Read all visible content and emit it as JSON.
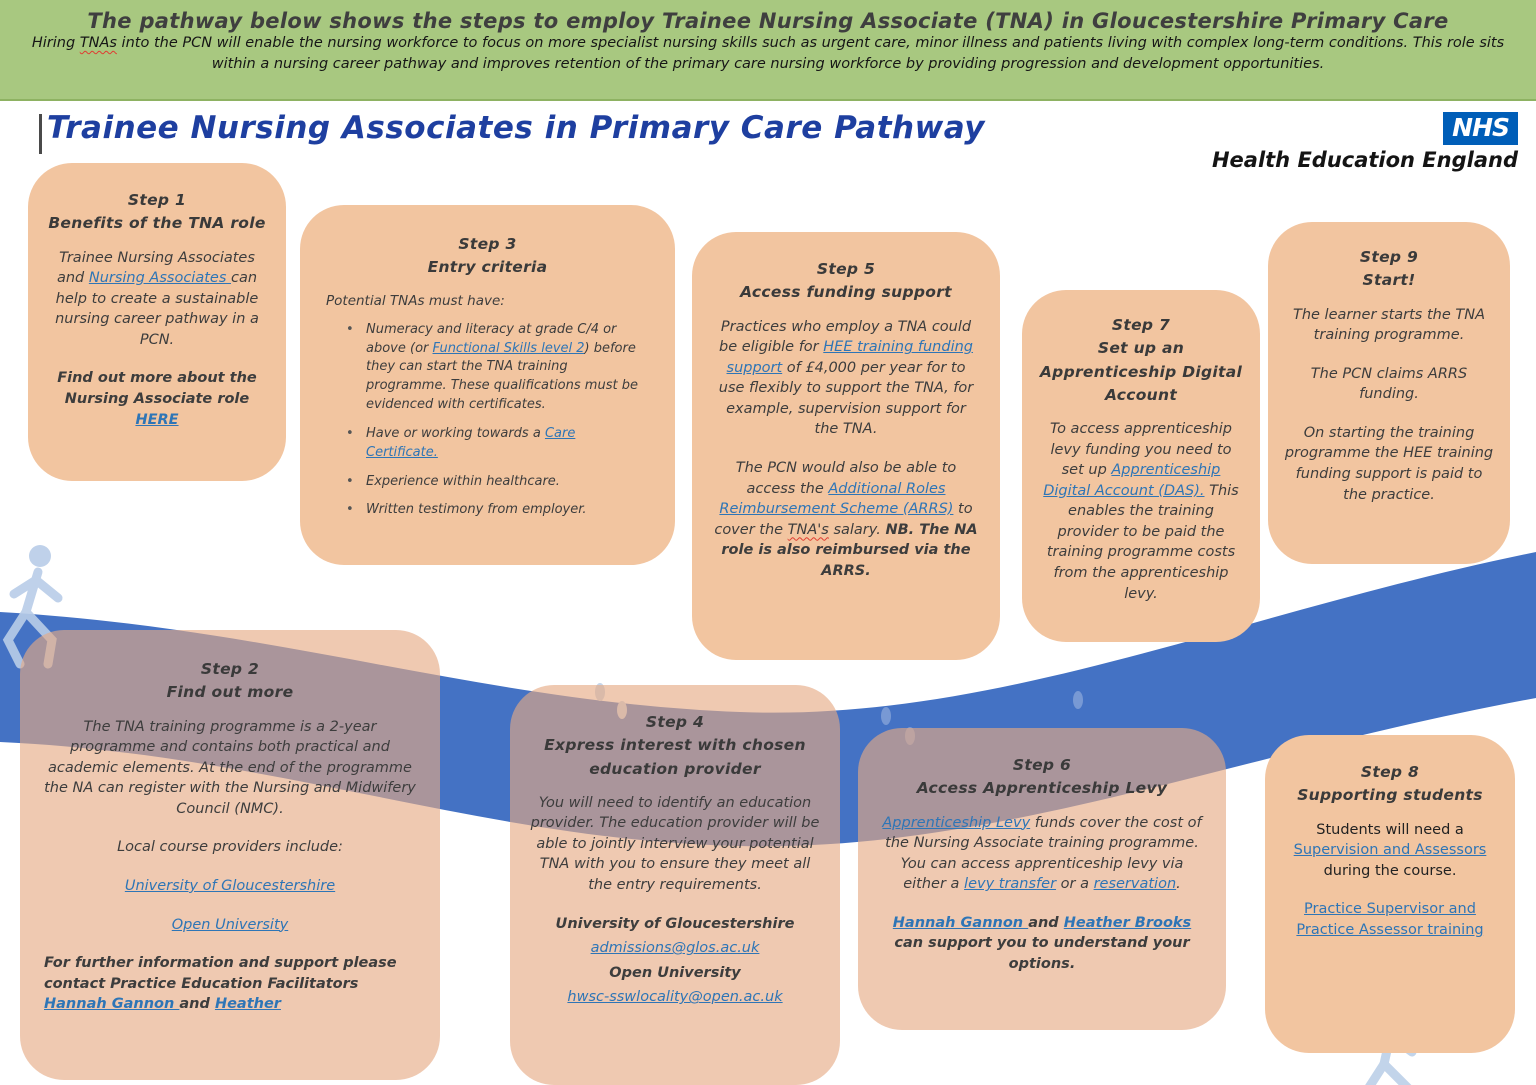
{
  "banner": {
    "title": "The pathway below shows the steps to employ Trainee Nursing Associate (TNA) in Gloucestershire Primary Care",
    "subtitle": [
      {
        "cls": "banner-sub",
        "segs": [
          {
            "t": "Hiring "
          },
          {
            "t": "TNAs",
            "err": true
          },
          {
            "t": " into the PCN will enable the nursing workforce to focus on more specialist nursing skills such as urgent care, minor illness and patients living with complex long-term conditions. This role sits within a nursing career pathway and improves retention of the primary care nursing workforce by providing progression and development opportunities."
          }
        ]
      }
    ]
  },
  "page": {
    "title": "Trainee Nursing Associates in Primary Care Pathway"
  },
  "logo": {
    "nhs": "NHS",
    "org": "Health Education England"
  },
  "colors": {
    "banner_green": "#a8c880",
    "box_peach": "#f2c5a0",
    "wave_blue": "#4472c4",
    "title_blue": "#1e3fa0",
    "link_blue": "#2e75b6",
    "nhs_blue": "#005EB8"
  },
  "steps": [
    {
      "line1": "Step 1",
      "line2": "Benefits of the TNA role",
      "content": [
        {
          "cls": "p",
          "segs": [
            {
              "t": "Trainee Nursing Associates and "
            },
            {
              "t": "Nursing Associates ",
              "link": true,
              "name": "nursing-associates-link"
            },
            {
              "t": "can help to create a sustainable nursing career pathway in a PCN."
            }
          ]
        },
        {
          "cls": "p b gap",
          "segs": [
            {
              "t": "Find out more about the Nursing Associate role "
            },
            {
              "t": "HERE",
              "link": true,
              "name": "here-link"
            }
          ]
        }
      ]
    },
    {
      "line1": "Step 2",
      "line2": "Find out more",
      "content": [
        {
          "cls": "p",
          "segs": [
            {
              "t": "The TNA training programme is a 2-year programme and contains both practical and academic elements. At the end of the programme the NA can register with the Nursing and Midwifery Council (NMC)."
            }
          ]
        },
        {
          "cls": "p gap",
          "segs": [
            {
              "t": "Local course providers include:"
            }
          ]
        },
        {
          "cls": "p gap",
          "segs": [
            {
              "t": "University of Gloucestershire",
              "link": true,
              "name": "university-of-gloucestershire-link"
            }
          ]
        },
        {
          "cls": "p gap",
          "segs": [
            {
              "t": "Open University",
              "link": true,
              "name": "open-university-link"
            }
          ]
        },
        {
          "cls": "p b left gap",
          "segs": [
            {
              "t": "For further information and support please contact Practice Education Facilitators "
            },
            {
              "t": "Hannah Gannon ",
              "link": true,
              "name": "hannah-gannon-link"
            },
            {
              "t": "and "
            },
            {
              "t": "Heather",
              "link": true,
              "name": "heather-link"
            }
          ]
        }
      ]
    },
    {
      "line1": "Step 3",
      "line2": "Entry criteria",
      "content": [
        {
          "cls": "p left small",
          "segs": [
            {
              "t": "Potential TNAs must have:"
            }
          ]
        },
        {
          "cls": "bullet",
          "segs": [
            {
              "t": "Numeracy and literacy at grade C/4 or above (or "
            },
            {
              "t": "Functional Skills level 2",
              "link": true,
              "name": "functional-skills-level-2-link"
            },
            {
              "t": ") before they can start the TNA training programme. These qualifications must be evidenced with certificates."
            }
          ]
        },
        {
          "cls": "bullet",
          "segs": [
            {
              "t": "Have or working towards a "
            },
            {
              "t": "Care Certificate.",
              "link": true,
              "name": "care-certificate-link"
            }
          ]
        },
        {
          "cls": "bullet",
          "segs": [
            {
              "t": "Experience within healthcare."
            }
          ]
        },
        {
          "cls": "bullet",
          "segs": [
            {
              "t": "Written testimony from employer."
            }
          ]
        }
      ]
    },
    {
      "line1": "Step 4",
      "line2": "Express interest with chosen education provider",
      "content": [
        {
          "cls": "p",
          "segs": [
            {
              "t": "You will need to identify an education provider. The education provider will be able to jointly interview your potential TNA with you to ensure they meet all the entry requirements."
            }
          ]
        },
        {
          "cls": "p b gap",
          "segs": [
            {
              "t": "University of Gloucestershire"
            }
          ]
        },
        {
          "cls": "p tight",
          "segs": [
            {
              "t": "admissions@glos.ac.uk",
              "link": true,
              "name": "uog-admissions-email-link"
            }
          ]
        },
        {
          "cls": "p b tight",
          "segs": [
            {
              "t": "Open University"
            }
          ]
        },
        {
          "cls": "p tight",
          "segs": [
            {
              "t": "hwsc-sswlocality@open.ac.uk",
              "link": true,
              "name": "open-university-email-link"
            }
          ]
        }
      ]
    },
    {
      "line1": "Step 5",
      "line2": "Access funding support",
      "content": [
        {
          "cls": "p",
          "segs": [
            {
              "t": "Practices who employ a TNA could be eligible for "
            },
            {
              "t": "HEE training funding support",
              "link": true,
              "name": "hee-training-funding-support-link"
            },
            {
              "t": " of £4,000 per year for to use flexibly to support the TNA, for example, supervision support for the TNA."
            }
          ]
        },
        {
          "cls": "p gap",
          "segs": [
            {
              "t": "The PCN would also be able to access the "
            },
            {
              "t": "Additional Roles Reimbursement Scheme (ARRS)",
              "link": true,
              "name": "arrs-link"
            },
            {
              "t": " to cover the "
            },
            {
              "t": "TNA's",
              "err": true
            },
            {
              "t": " salary. "
            },
            {
              "t": "NB. The NA role is also reimbursed via the ARRS.",
              "b": true
            }
          ]
        }
      ]
    },
    {
      "line1": "Step 6",
      "line2": "Access Apprenticeship Levy",
      "content": [
        {
          "cls": "p",
          "segs": [
            {
              "t": "Apprenticeship Levy",
              "link": true,
              "name": "apprenticeship-levy-link"
            },
            {
              "t": " funds cover the cost of the Nursing Associate training programme. You can access apprenticeship levy via either a "
            },
            {
              "t": "levy transfer",
              "link": true,
              "name": "levy-transfer-link"
            },
            {
              "t": " or a "
            },
            {
              "t": "reservation",
              "link": true,
              "name": "reservation-link"
            },
            {
              "t": "."
            }
          ]
        },
        {
          "cls": "p b gap",
          "segs": [
            {
              "t": "Hannah Gannon ",
              "link": true,
              "name": "hannah-gannon-link"
            },
            {
              "t": "and "
            },
            {
              "t": "Heather Brooks",
              "link": true,
              "name": "heather-brooks-link"
            },
            {
              "t": " can support you to understand your options."
            }
          ]
        }
      ]
    },
    {
      "line1": "Step 7",
      "line2": "Set up an Apprenticeship Digital Account",
      "content": [
        {
          "cls": "p",
          "segs": [
            {
              "t": "To access apprenticeship levy funding you need to set up "
            },
            {
              "t": "Apprenticeship Digital Account (DAS).",
              "link": true,
              "name": "das-link"
            },
            {
              "t": " This enables the training provider to be paid the training programme costs from the apprenticeship levy."
            }
          ]
        }
      ]
    },
    {
      "line1": "Step 8",
      "line2": "Supporting students",
      "content": [
        {
          "cls": "p roman",
          "segs": [
            {
              "t": "Students will need a "
            },
            {
              "t": "Supervision and Assessors ",
              "link": true,
              "name": "supervision-and-assessors-link"
            },
            {
              "t": "during the course."
            }
          ]
        },
        {
          "cls": "p roman gap",
          "segs": [
            {
              "t": "Practice Supervisor and Practice Assessor training",
              "link": true,
              "name": "practice-supervisor-assessor-training-link"
            }
          ]
        }
      ]
    },
    {
      "line1": "Step 9",
      "line2": "Start!",
      "content": [
        {
          "cls": "p",
          "segs": [
            {
              "t": "The learner starts the TNA training programme."
            }
          ]
        },
        {
          "cls": "p gap",
          "segs": [
            {
              "t": "The PCN claims ARRS funding."
            }
          ]
        },
        {
          "cls": "p gap",
          "segs": [
            {
              "t": "On starting the training programme the HEE training funding support is paid to the practice."
            }
          ]
        }
      ]
    }
  ]
}
